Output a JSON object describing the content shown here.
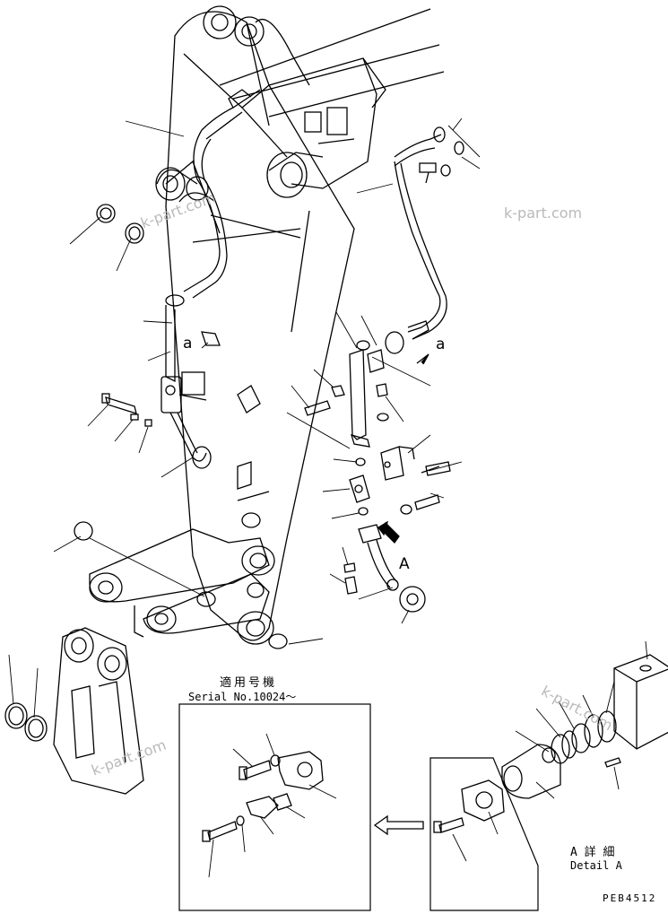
{
  "diagram": {
    "callouts": {
      "a_left": "a",
      "a_right": "a",
      "view_A": "A"
    },
    "serial_box": {
      "title_jp": "適用号機",
      "serial": "Serial No.10024〜"
    },
    "detail": {
      "title_jp": "A 詳 細",
      "title_en": "Detail A"
    },
    "part_code": "PEB4512",
    "watermarks": [
      "k-part.com",
      "k-part.com",
      "k-part.com",
      "k-part.com"
    ],
    "colors": {
      "line": "#000000",
      "watermark": "#b9b9b9",
      "background": "#ffffff"
    }
  }
}
